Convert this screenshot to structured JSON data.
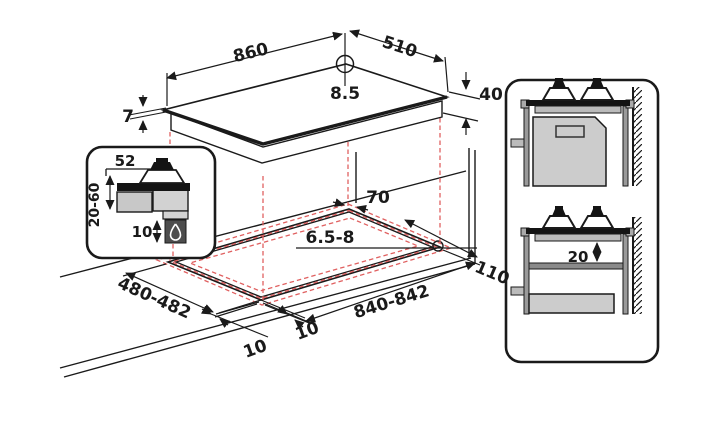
{
  "hob_top": {
    "width_mm": "860",
    "depth_mm": "510",
    "hole_diameter_mm": "8.5",
    "plate_thickness_mm": "7",
    "body_height_mm": "40"
  },
  "burner_detail_inset": {
    "burner_width_mm": "52",
    "worktop_thickness_mm": "20-60",
    "gas_connection_mm": "10"
  },
  "worktop_cutout": {
    "rear_clearance_mm": "70",
    "fixing_hole_mm": "6.5-8",
    "side_clearance_mm": "110",
    "cutout_depth_mm": "480-482",
    "cutout_width_mm": "840-842",
    "edge_margin_left_mm": "10",
    "edge_margin_front_mm": "10"
  },
  "side_section": {
    "clearance_below_hob_mm": "20"
  },
  "colors": {
    "line": "#1a1a1a",
    "projection_dash": "#e06060",
    "gray_light": "#cccccc",
    "gray_mid": "#9a9a9a",
    "gray_dark": "#4d4d4d"
  }
}
